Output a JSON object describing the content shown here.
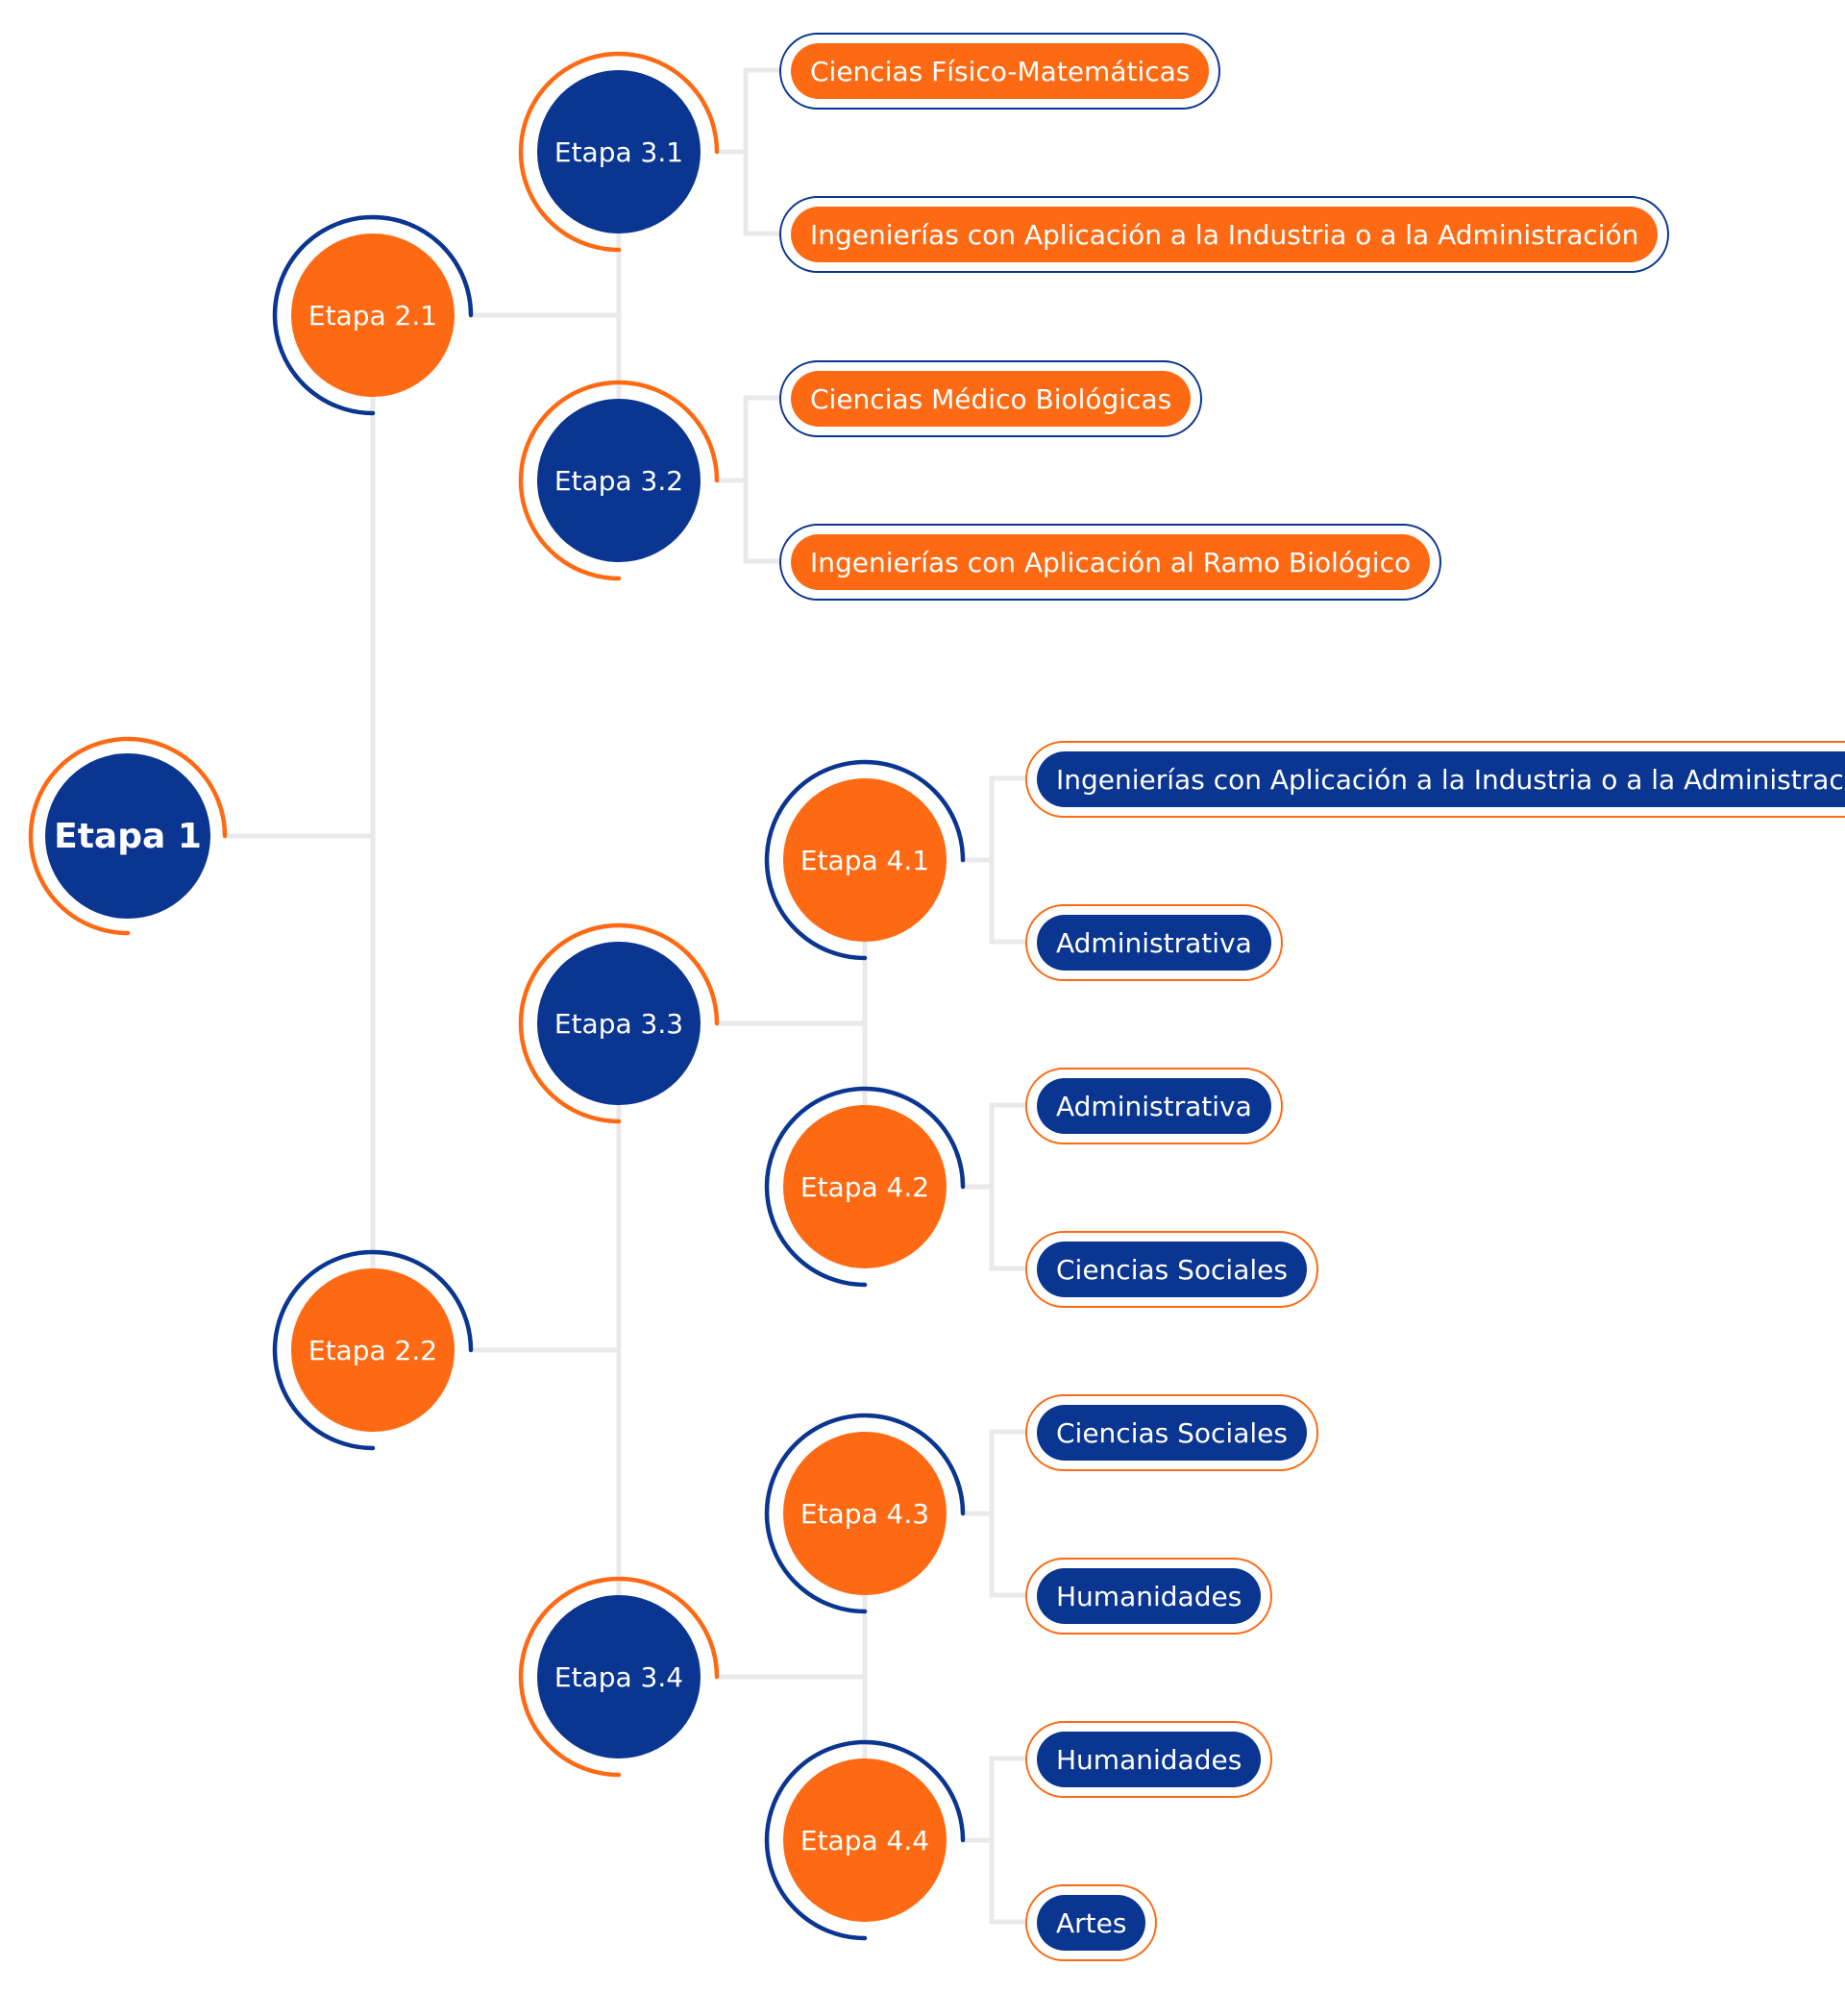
{
  "colors": {
    "navy": "#0a3590",
    "orange": "#fd6a13",
    "line": "#e9e9ec"
  },
  "root": {
    "label": "Etapa 1"
  },
  "stages": [
    {
      "label": "Etapa 2.1",
      "children": [
        {
          "label": "Etapa 3.1",
          "outcomes": [
            "Ciencias Físico-Matemáticas",
            "Ingenierías con Aplicación a la Industria o a la Administración"
          ]
        },
        {
          "label": "Etapa 3.2",
          "outcomes": [
            "Ciencias Médico Biológicas",
            "Ingenierías con Aplicación al Ramo Biológico"
          ]
        }
      ]
    },
    {
      "label": "Etapa 2.2",
      "children": [
        {
          "label": "Etapa 3.3",
          "children": [
            {
              "label": "Etapa 4.1",
              "outcomes": [
                "Ingenierías con Aplicación a la Industria o a la Administración",
                "Administrativa"
              ]
            },
            {
              "label": "Etapa 4.2",
              "outcomes": [
                "Administrativa",
                "Ciencias Sociales"
              ]
            }
          ]
        },
        {
          "label": "Etapa 3.4",
          "children": [
            {
              "label": "Etapa 4.3",
              "outcomes": [
                "Ciencias Sociales",
                "Humanidades"
              ]
            },
            {
              "label": "Etapa 4.4",
              "outcomes": [
                "Humanidades",
                "Artes"
              ]
            }
          ]
        }
      ]
    }
  ]
}
